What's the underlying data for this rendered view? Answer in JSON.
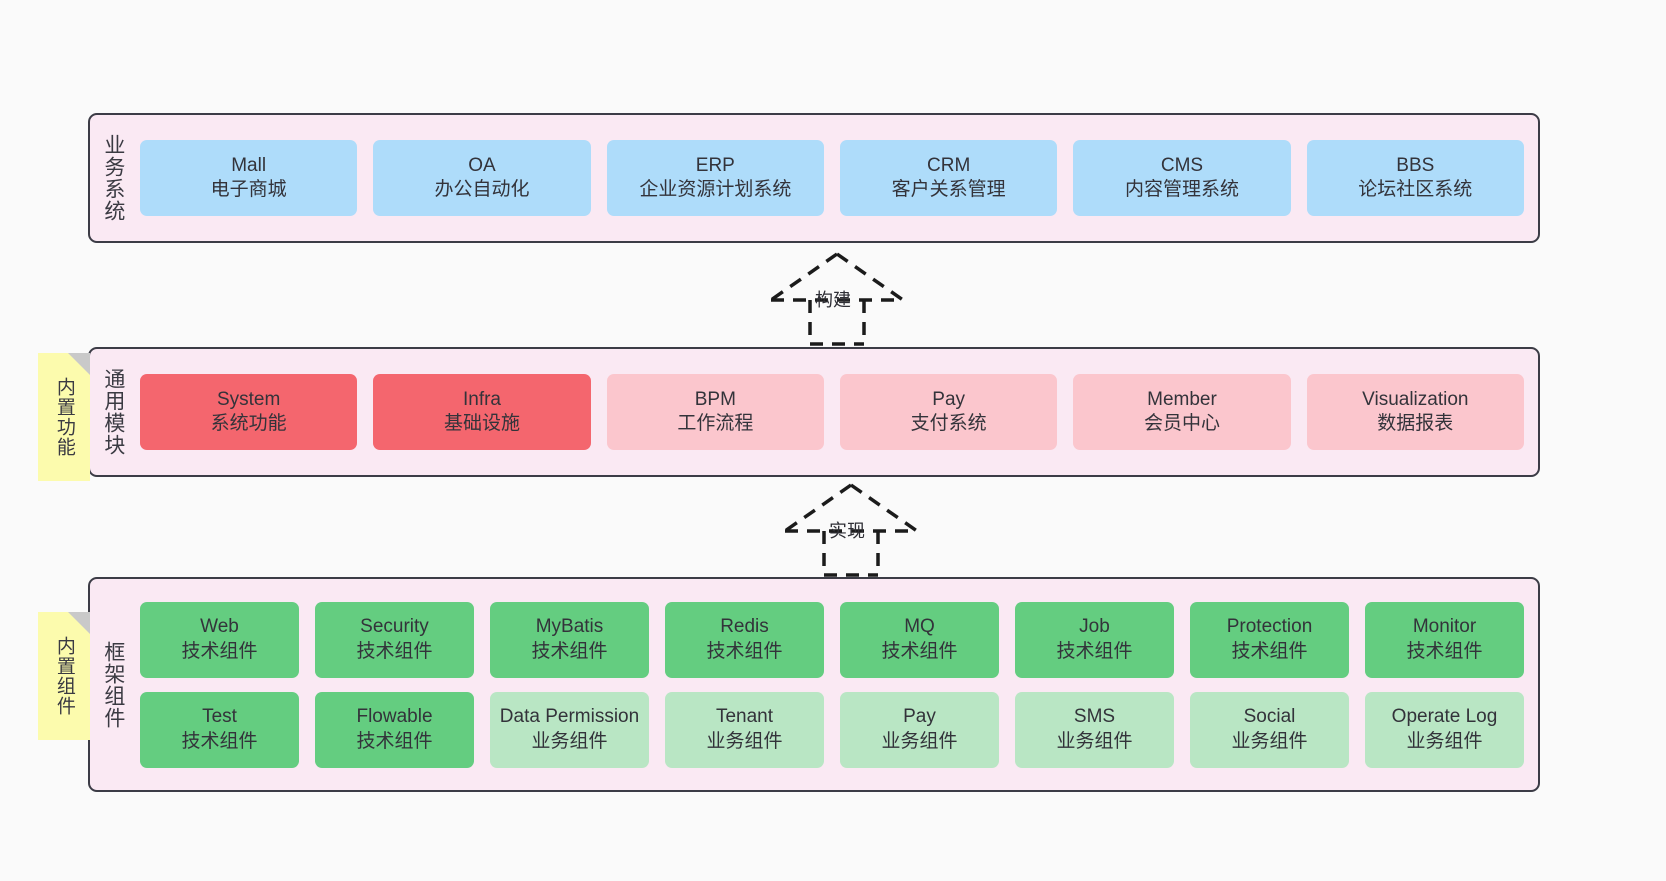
{
  "diagram": {
    "layers": [
      {
        "id": "business",
        "label": "业务系统",
        "rows": [
          {
            "cards": [
              {
                "title": "Mall",
                "subtitle": "电子商城",
                "color": "#aedcfa"
              },
              {
                "title": "OA",
                "subtitle": "办公自动化",
                "color": "#aedcfa"
              },
              {
                "title": "ERP",
                "subtitle": "企业资源计划系统",
                "color": "#aedcfa"
              },
              {
                "title": "CRM",
                "subtitle": "客户关系管理",
                "color": "#aedcfa"
              },
              {
                "title": "CMS",
                "subtitle": "内容管理系统",
                "color": "#aedcfa"
              },
              {
                "title": "BBS",
                "subtitle": "论坛社区系统",
                "color": "#aedcfa"
              }
            ]
          }
        ]
      },
      {
        "id": "modules",
        "label": "通用模块",
        "rows": [
          {
            "cards": [
              {
                "title": "System",
                "subtitle": "系统功能",
                "color": "#f4666e"
              },
              {
                "title": "Infra",
                "subtitle": "基础设施",
                "color": "#f4666e"
              },
              {
                "title": "BPM",
                "subtitle": "工作流程",
                "color": "#fbc6cd"
              },
              {
                "title": "Pay",
                "subtitle": "支付系统",
                "color": "#fbc6cd"
              },
              {
                "title": "Member",
                "subtitle": "会员中心",
                "color": "#fbc6cd"
              },
              {
                "title": "Visualization",
                "subtitle": "数据报表",
                "color": "#fbc6cd"
              }
            ]
          }
        ]
      },
      {
        "id": "frame",
        "label": "框架组件",
        "rows": [
          {
            "cards": [
              {
                "title": "Web",
                "subtitle": "技术组件",
                "color": "#64cd80"
              },
              {
                "title": "Security",
                "subtitle": "技术组件",
                "color": "#64cd80"
              },
              {
                "title": "MyBatis",
                "subtitle": "技术组件",
                "color": "#64cd80"
              },
              {
                "title": "Redis",
                "subtitle": "技术组件",
                "color": "#64cd80"
              },
              {
                "title": "MQ",
                "subtitle": "技术组件",
                "color": "#64cd80"
              },
              {
                "title": "Job",
                "subtitle": "技术组件",
                "color": "#64cd80"
              },
              {
                "title": "Protection",
                "subtitle": "技术组件",
                "color": "#64cd80"
              },
              {
                "title": "Monitor",
                "subtitle": "技术组件",
                "color": "#64cd80"
              }
            ]
          },
          {
            "cards": [
              {
                "title": "Test",
                "subtitle": "技术组件",
                "color": "#64cd80"
              },
              {
                "title": "Flowable",
                "subtitle": "技术组件",
                "color": "#64cd80"
              },
              {
                "title": "Data Permission",
                "subtitle": "业务组件",
                "color": "#b9e6c4"
              },
              {
                "title": "Tenant",
                "subtitle": "业务组件",
                "color": "#b9e6c4"
              },
              {
                "title": "Pay",
                "subtitle": "业务组件",
                "color": "#b9e6c4"
              },
              {
                "title": "SMS",
                "subtitle": "业务组件",
                "color": "#b9e6c4"
              },
              {
                "title": "Social",
                "subtitle": "业务组件",
                "color": "#b9e6c4"
              },
              {
                "title": "Operate Log",
                "subtitle": "业务组件",
                "color": "#b9e6c4"
              }
            ]
          }
        ]
      }
    ],
    "notes": [
      {
        "id": "functions",
        "text": "内置功能"
      },
      {
        "id": "components",
        "text": "内置组件"
      }
    ],
    "connectors": [
      {
        "id": "build",
        "label": "构建",
        "style": "dashed-generalization"
      },
      {
        "id": "implement",
        "label": "实现",
        "style": "dashed-generalization"
      }
    ],
    "palette": {
      "container_fill": "#fae9f3",
      "container_border": "#3c3c46",
      "note_fill": "#fcfbad",
      "note_fold": "#c9c9c9",
      "business_card": "#aedcfa",
      "module_core_card": "#f4666e",
      "module_card": "#fbc6cd",
      "tech_card": "#64cd80",
      "biz_card": "#b9e6c4",
      "canvas": "#fafafa",
      "text": "#33333a"
    }
  }
}
